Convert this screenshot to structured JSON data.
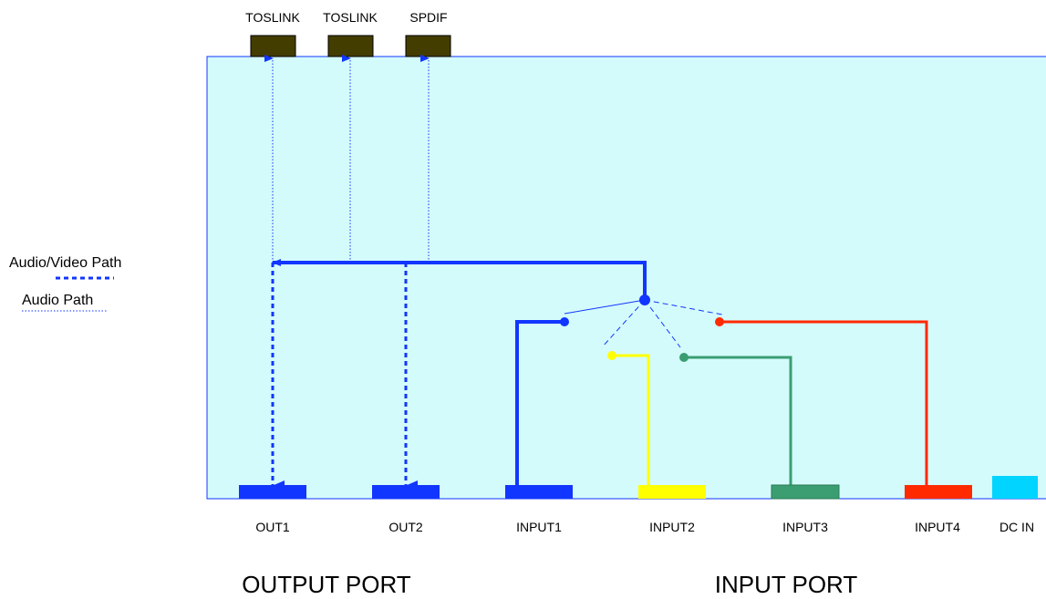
{
  "top_connectors": [
    {
      "label": "TOSLINK",
      "color": "#433d00"
    },
    {
      "label": "TOSLINK",
      "color": "#433d00"
    },
    {
      "label": "SPDIF",
      "color": "#433d00"
    }
  ],
  "legend": {
    "av_path_label": "Audio/Video Path",
    "audio_path_label": "Audio Path",
    "line_color": "#1136ff"
  },
  "ports": [
    {
      "label": "OUT1",
      "color": "#1136ff"
    },
    {
      "label": "OUT2",
      "color": "#1136ff"
    },
    {
      "label": "INPUT1",
      "color": "#1136ff"
    },
    {
      "label": "INPUT2",
      "color": "#ffff00"
    },
    {
      "label": "INPUT3",
      "color": "#3a9e72"
    },
    {
      "label": "INPUT4",
      "color": "#ff2a00"
    },
    {
      "label": "DC IN",
      "color": "#00d4ff"
    }
  ],
  "section_labels": {
    "output": "OUTPUT PORT",
    "input": "INPUT PORT"
  },
  "colors": {
    "panel_fill": "#d4fbfb",
    "panel_border": "#1136ff",
    "av_path": "#1136ff",
    "input2_path": "#ffff00",
    "input3_path": "#3a9e72",
    "input4_path": "#ff2a00"
  }
}
